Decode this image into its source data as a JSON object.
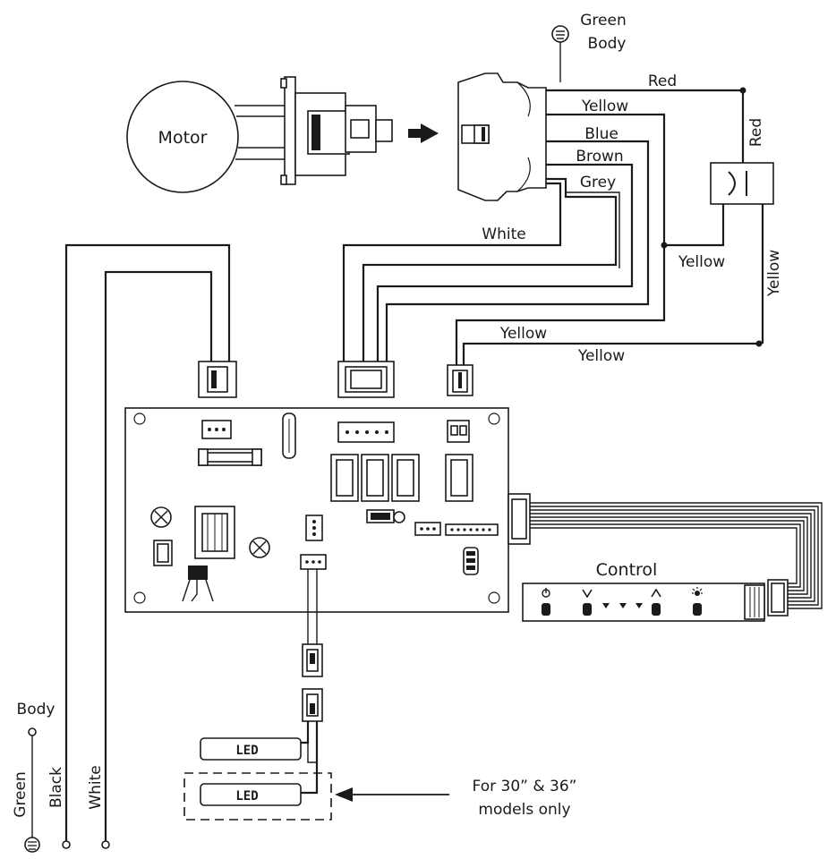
{
  "labels": {
    "motor": "Motor",
    "green": "Green",
    "body": "Body",
    "red_top": "Red",
    "red_side": "Red",
    "yellow_1": "Yellow",
    "blue": "Blue",
    "brown": "Brown",
    "grey": "Grey",
    "white_top": "White",
    "yellow_cap": "Yellow",
    "yellow_side": "Yellow",
    "yellow_2": "Yellow",
    "yellow_3": "Yellow",
    "control": "Control",
    "led_1": "LED",
    "led_2": "LED",
    "note_line1": "For 30” & 36”",
    "note_line2": "models only",
    "body_bottom": "Body",
    "green_bottom": "Green",
    "black_bottom": "Black",
    "white_bottom": "White"
  },
  "icons": {
    "ground": "ground-symbol-icon",
    "arrow": "arrow-right-icon",
    "power": "power-icon",
    "down": "chevron-down-icon",
    "up": "chevron-up-icon",
    "light": "light-icon"
  }
}
